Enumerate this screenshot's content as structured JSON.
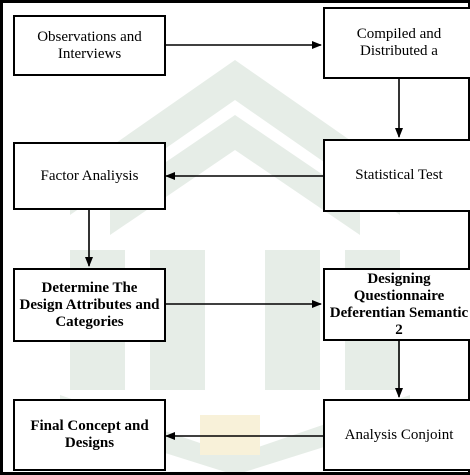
{
  "diagram": {
    "nodes": {
      "observations": "Observations and Interviews",
      "compiled": "Compiled and Distributed a",
      "factor": "Factor Analiysis",
      "statistical": "Statistical Test",
      "determine": "Determine The Design Attributes and Categories",
      "designing": "Designing Questionnaire Deferentian Semantic 2",
      "final": "Final Concept and Designs",
      "analysis": "Analysis Conjoint"
    },
    "colors": {
      "stroke": "#000000",
      "watermark": "#e8eee9",
      "watermark_accent": "#fbf4dc"
    }
  }
}
